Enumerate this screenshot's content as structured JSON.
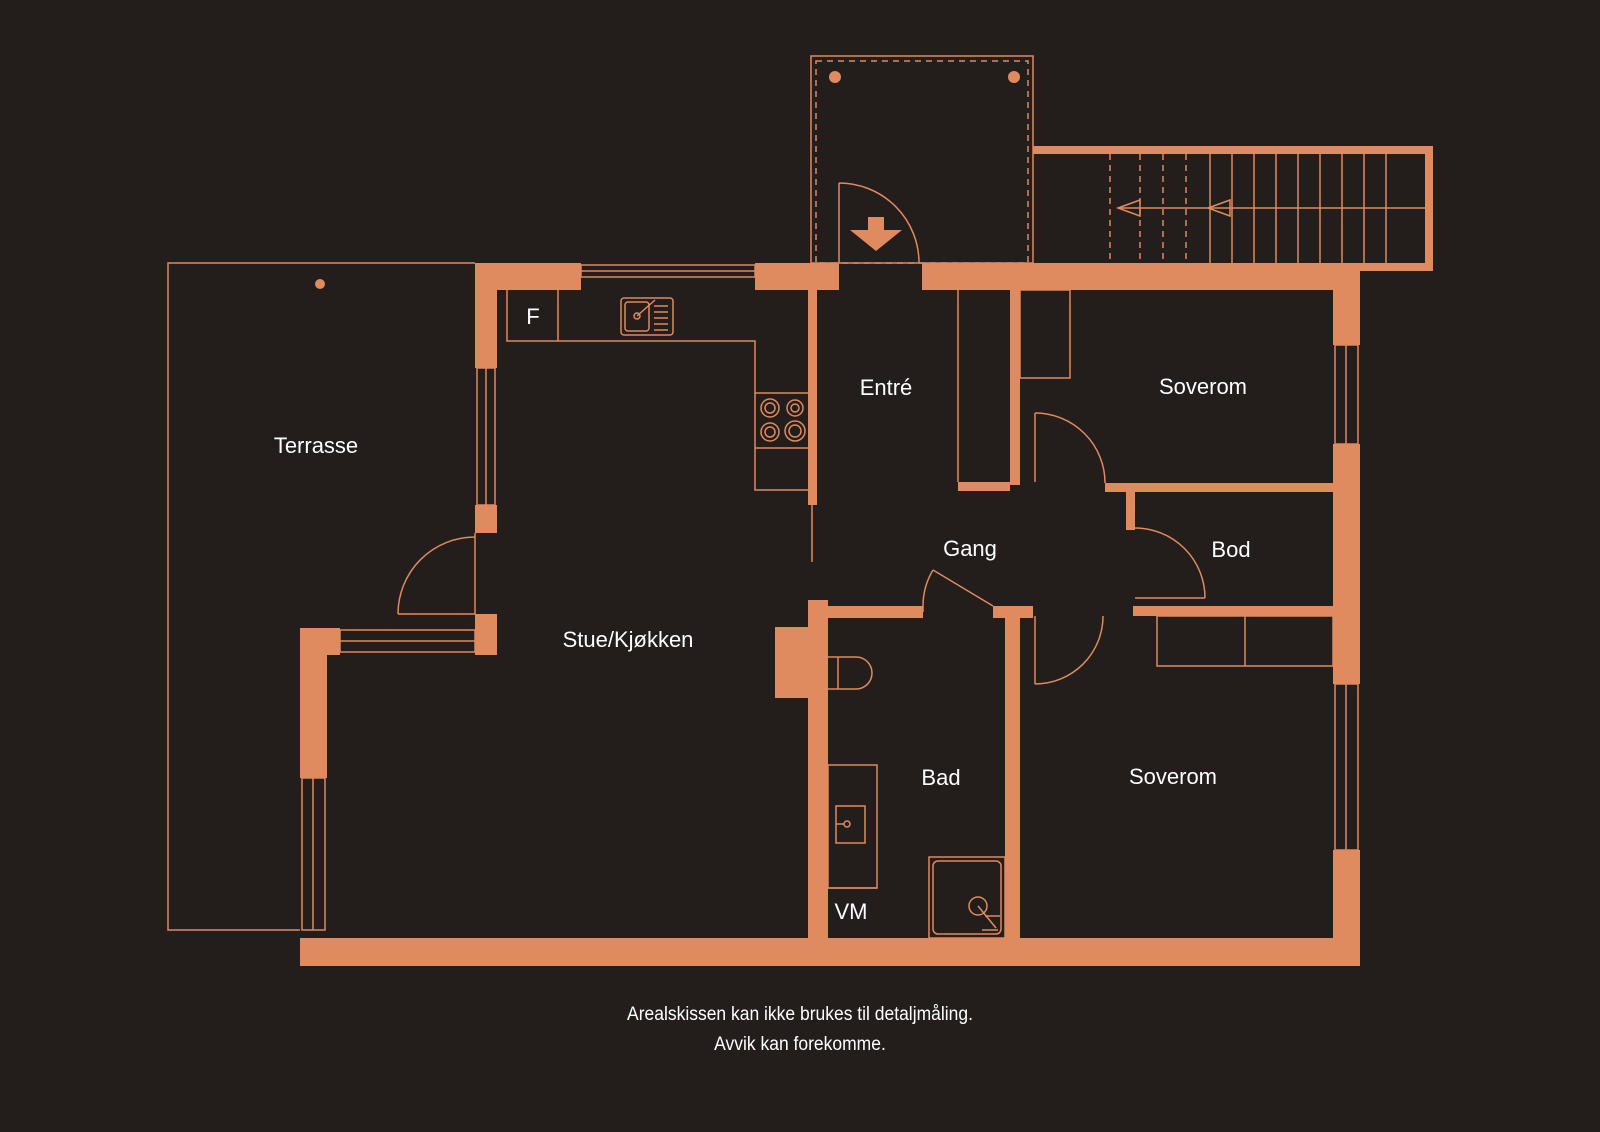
{
  "colors": {
    "background": "#231d1c",
    "wall": "#df8a5f",
    "text": "#ffffff"
  },
  "rooms": {
    "terrasse": "Terrasse",
    "stue_kjokken": "Stue/Kjøkken",
    "entre": "Entré",
    "gang": "Gang",
    "soverom_top": "Soverom",
    "bod": "Bod",
    "bad": "Bad",
    "soverom_bottom": "Soverom"
  },
  "fixtures": {
    "fridge": "F",
    "washing_machine": "VM"
  },
  "icons": {
    "entrance": "entrance-arrow-icon"
  },
  "disclaimer": {
    "line1": "Arealskissen kan ikke brukes til detaljmåling.",
    "line2": "Avvik kan forekomme."
  }
}
